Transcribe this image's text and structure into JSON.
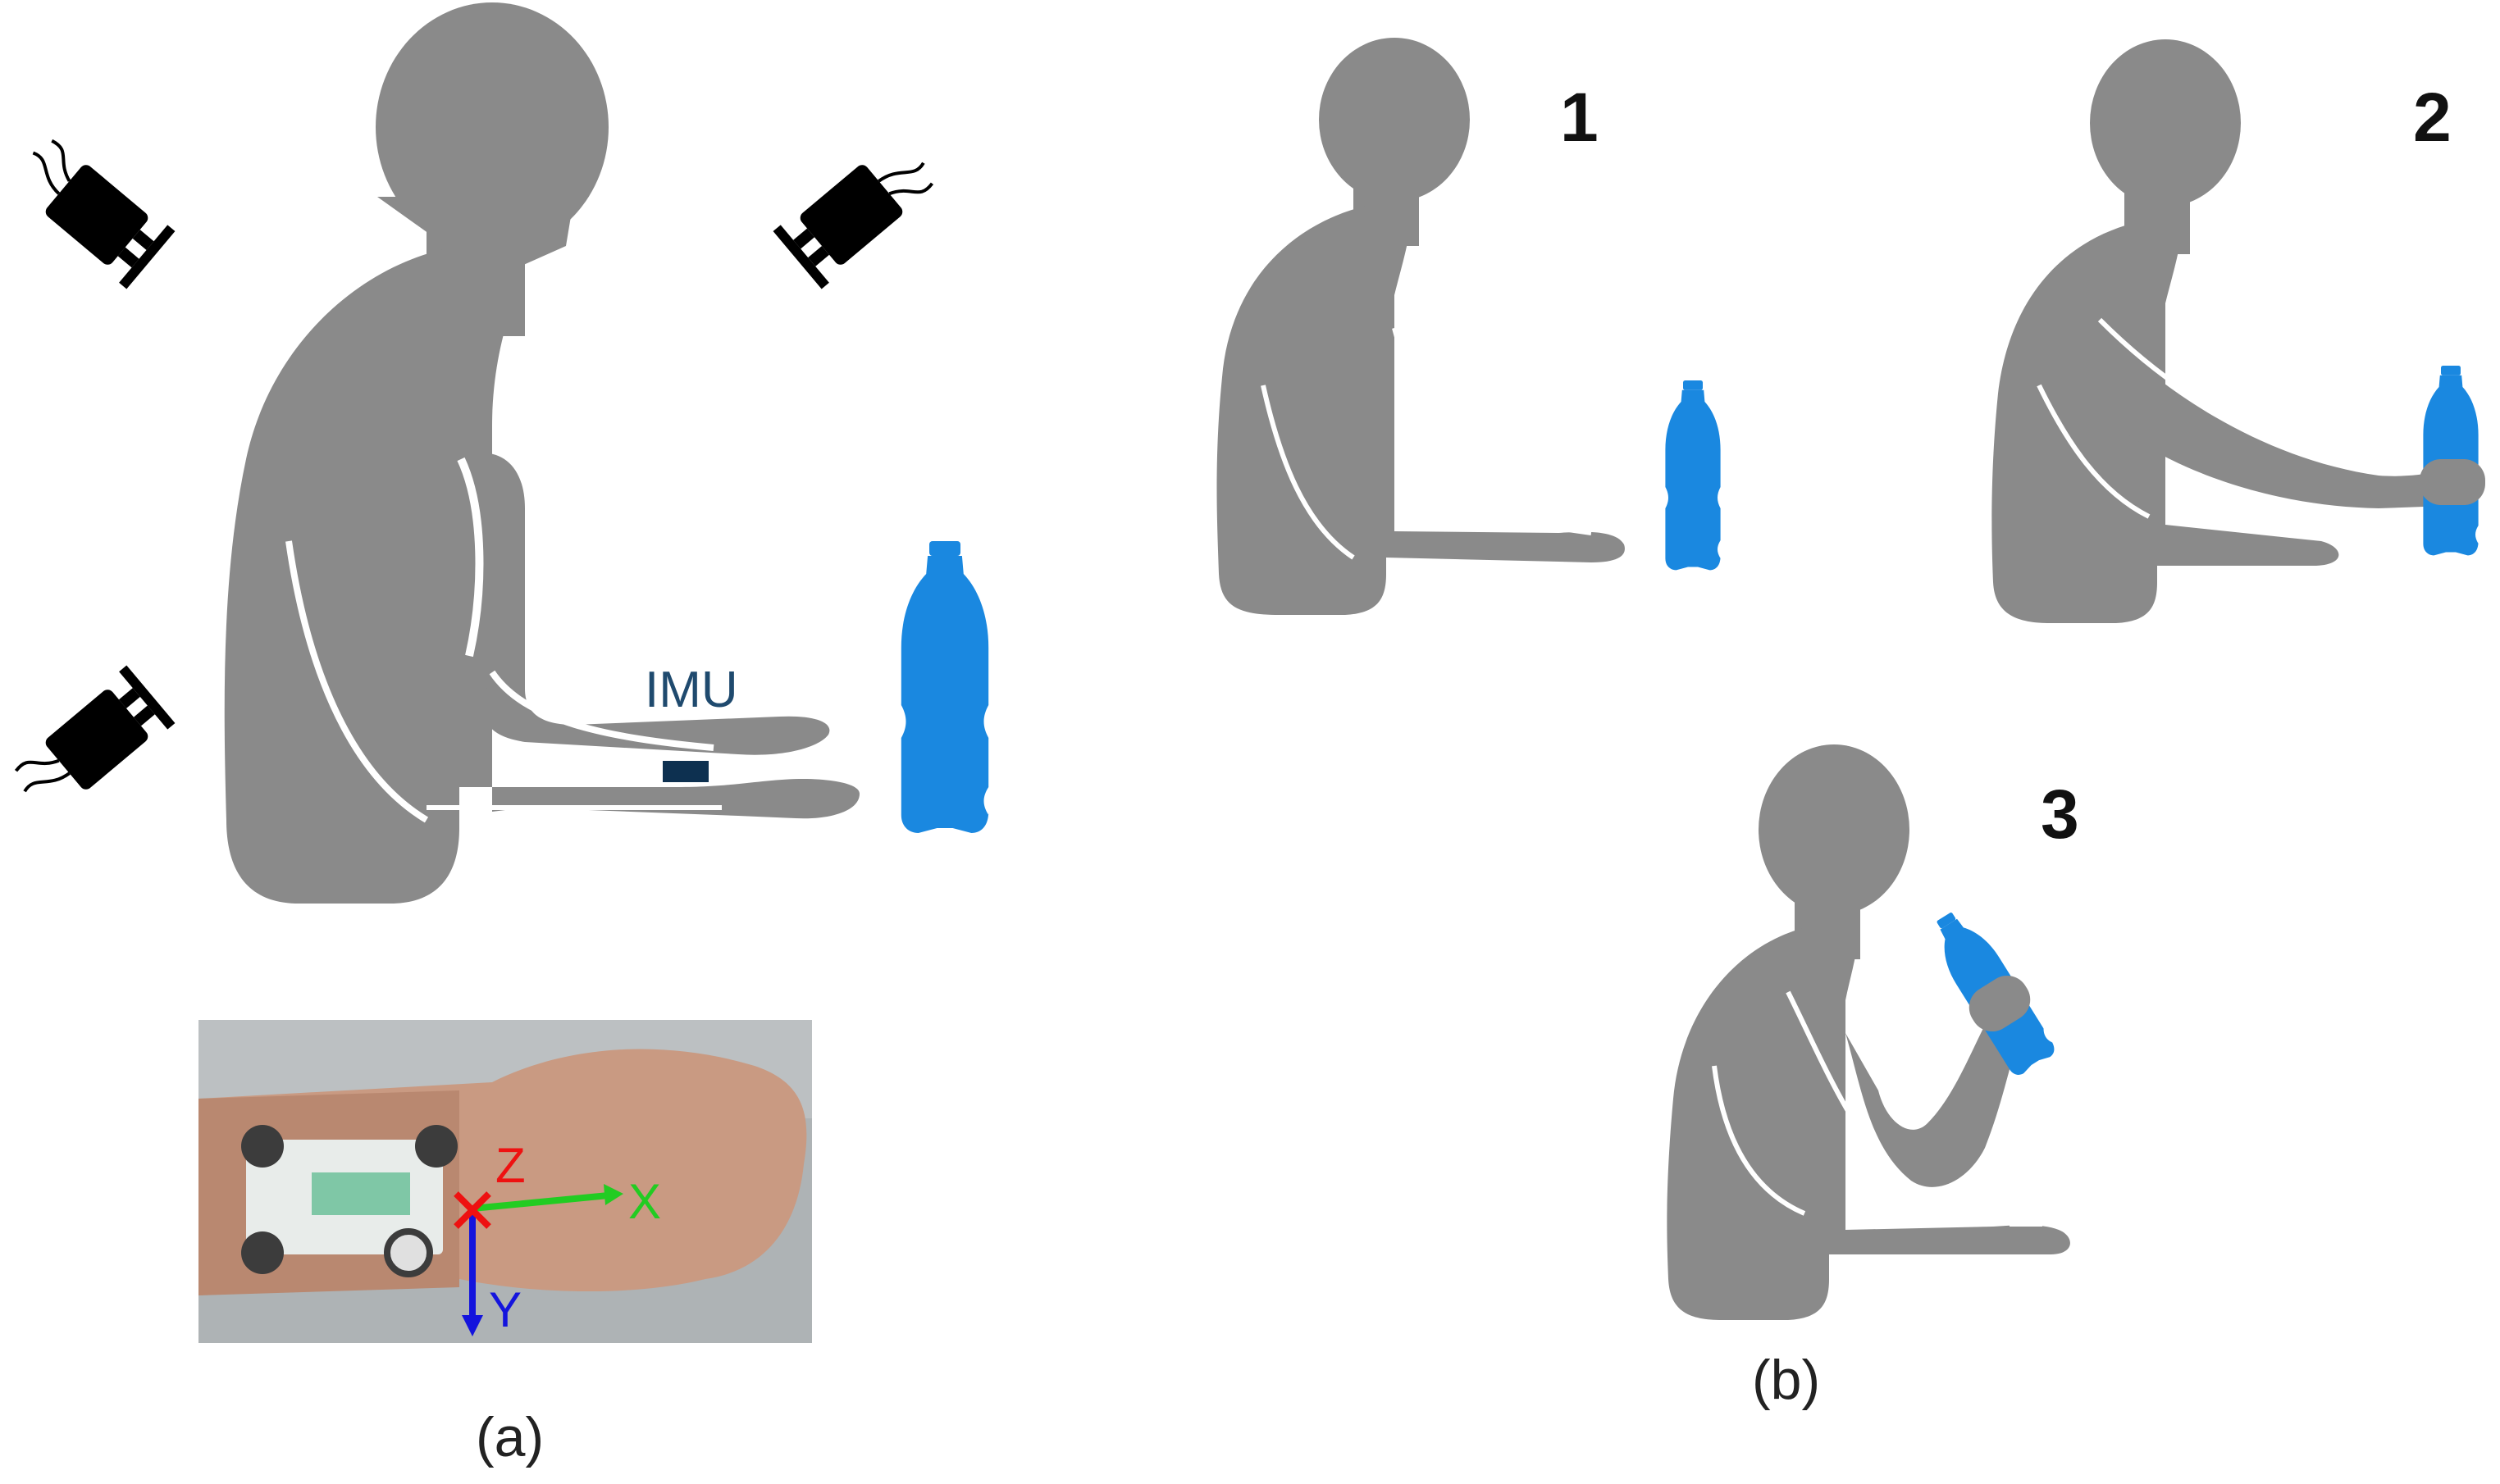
{
  "panel_a": {
    "sensor_label": "IMU",
    "caption": "(a)",
    "photo_axes": {
      "x": "X",
      "y": "Y",
      "z": "Z"
    }
  },
  "panel_b": {
    "caption": "(b)",
    "steps": [
      "1",
      "2",
      "3"
    ]
  },
  "colors": {
    "silhouette": "#8a8a8a",
    "bottle": "#1a88e0",
    "camera": "#000000",
    "imu": "#0d3050",
    "imu_label": "#1f4a6e",
    "axis_x": "#22cc22",
    "axis_y": "#1414dd",
    "axis_z": "#ee1111"
  },
  "icons": {
    "cameras": [
      "motion-capture-camera-icon",
      "motion-capture-camera-icon",
      "motion-capture-camera-icon"
    ],
    "bottles": [
      "water-bottle-icon",
      "water-bottle-icon",
      "water-bottle-icon",
      "water-bottle-icon"
    ]
  }
}
